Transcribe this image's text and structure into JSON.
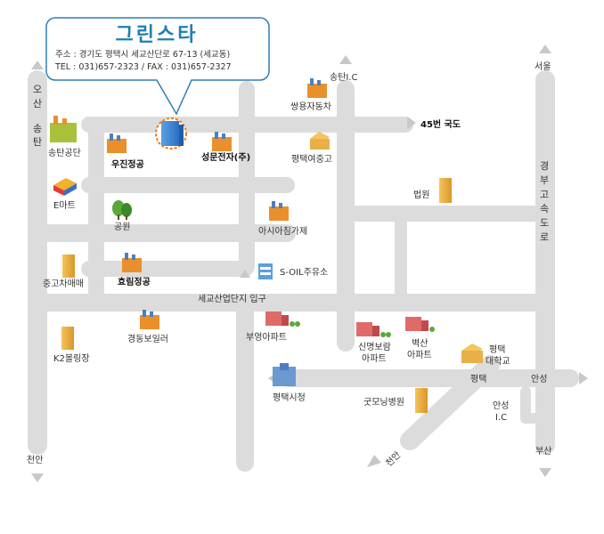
{
  "colors": {
    "road": "#dcdcdc",
    "callout_border": "#2e7fb6",
    "brand": "#1f7fb0",
    "marker_ring": "#f27a1a",
    "arrow": "#c8c8c8"
  },
  "callout": {
    "company": "그린스타",
    "address": "주소 : 경기도 평택시 세교산단로 67-13 (세교동)",
    "contact": "TEL : 031)657-2323 / FAX : 031)657-2327"
  },
  "directions": {
    "osan_songtan": "오산 송탄",
    "cheonan_left": "천안",
    "songtan_ic": "송탄I.C",
    "route45": "45번 국도",
    "seoul": "서울",
    "expressway": "경부고속도로",
    "anseong": "안성",
    "busan": "부산",
    "cheonan_diag": "천안",
    "pyeongtaek_road": "평택",
    "anseong_ic": "안성 I.C"
  },
  "places": {
    "songtan_industrial": "송탄공단",
    "emart": "E마트",
    "used_car": "중고차매매",
    "k2_bowling": "K2볼링장",
    "woojin": "우진정공",
    "sungmoon": "성문전자(주)",
    "park": "공원",
    "asia": "아시아침가제",
    "hyorim": "효림정공",
    "soil": "S-OIL주유소",
    "ssangyong": "쌍용자동차",
    "girls_school": "평택여중고",
    "court": "법원",
    "sekyo_entrance": "세교산업단지 입구",
    "kyungdong": "경동보일러",
    "buyoung": "부영아파트",
    "city_hall": "평택시청",
    "shinmyung": "신명보람 아파트",
    "byeoksan": "벽산 아파트",
    "good_hospital": "굿모닝병원",
    "univ": "평택 대학교"
  }
}
